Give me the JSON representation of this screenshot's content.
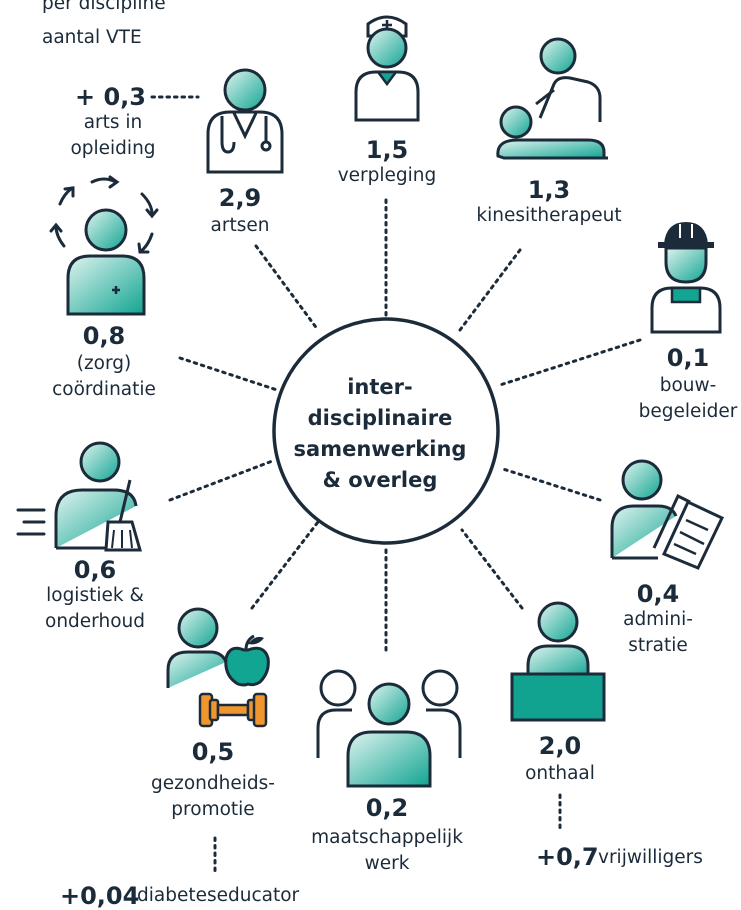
{
  "header": {
    "line1": "per discipline",
    "line2": "aantal VTE"
  },
  "center": {
    "lines": [
      "inter-",
      "disciplinaire",
      "samenwerking",
      "& overleg"
    ]
  },
  "disciplines": [
    {
      "id": "artsen",
      "value": "2,9",
      "label": "artsen",
      "icon": "doctor-icon"
    },
    {
      "id": "verpleging",
      "value": "1,5",
      "label": "verpleging",
      "icon": "nurse-icon"
    },
    {
      "id": "kinesitherapeut",
      "value": "1,3",
      "label": "kinesitherapeut",
      "icon": "physiotherapist-icon"
    },
    {
      "id": "bouwbegeleider",
      "value": "0,1",
      "label_lines": [
        "bouw-",
        "begeleider"
      ],
      "icon": "construction-worker-icon"
    },
    {
      "id": "administratie",
      "value": "0,4",
      "label_lines": [
        "admini-",
        "stratie"
      ],
      "icon": "documents-icon"
    },
    {
      "id": "onthaal",
      "value": "2,0",
      "label": "onthaal",
      "icon": "reception-desk-icon"
    },
    {
      "id": "maatschappelijk-werk",
      "value": "0,2",
      "label_lines": [
        "maatschappelijk",
        "werk"
      ],
      "icon": "group-icon"
    },
    {
      "id": "gezondheidspromotie",
      "value": "0,5",
      "label_lines": [
        "gezondheids-",
        "promotie"
      ],
      "icon": "apple-dumbbell-icon"
    },
    {
      "id": "logistiek-onderhoud",
      "value": "0,6",
      "label_lines": [
        "logistiek &",
        "onderhoud"
      ],
      "icon": "broom-icon"
    },
    {
      "id": "zorgcoordinatie",
      "value": "0,8",
      "label_lines": [
        "(zorg)",
        "coördinatie"
      ],
      "icon": "cycle-arrows-icon"
    }
  ],
  "extras": {
    "arts_in_opleiding": {
      "value": "+ 0,3",
      "label_lines": [
        "arts in",
        "opleiding"
      ]
    },
    "vrijwilligers": {
      "value": "+0,7",
      "label": "vrijwilligers"
    },
    "diabeteseducator": {
      "value": "+0,04",
      "label": "diabeteseducator"
    }
  },
  "colors": {
    "ink": "#1c2b3a",
    "teal": "#11a592",
    "teal_light": "#dff3ef",
    "desk": "#12a290",
    "dumbbell": "#f0962e"
  }
}
